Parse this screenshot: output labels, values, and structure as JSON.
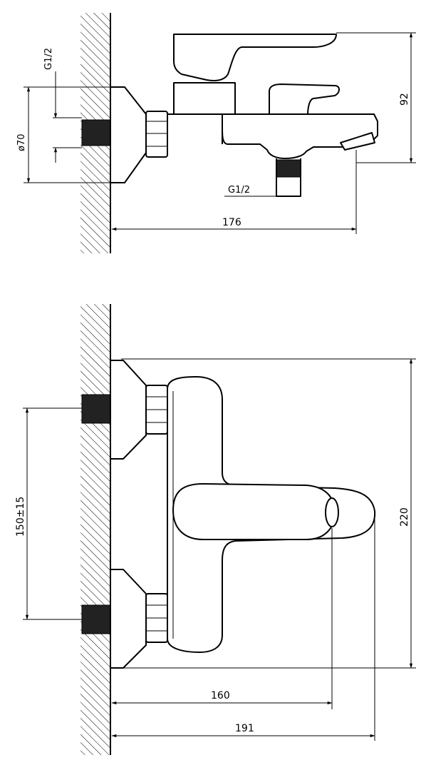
{
  "top_view": {
    "thread_label": "G1/2",
    "diameter_label": "ø70",
    "outlet_thread_label": "G1/2",
    "height_label": "92",
    "depth_label": "176"
  },
  "front_view": {
    "spacing_label": "150±15",
    "height_label": "220",
    "width_small_label": "160",
    "width_total_label": "191"
  }
}
